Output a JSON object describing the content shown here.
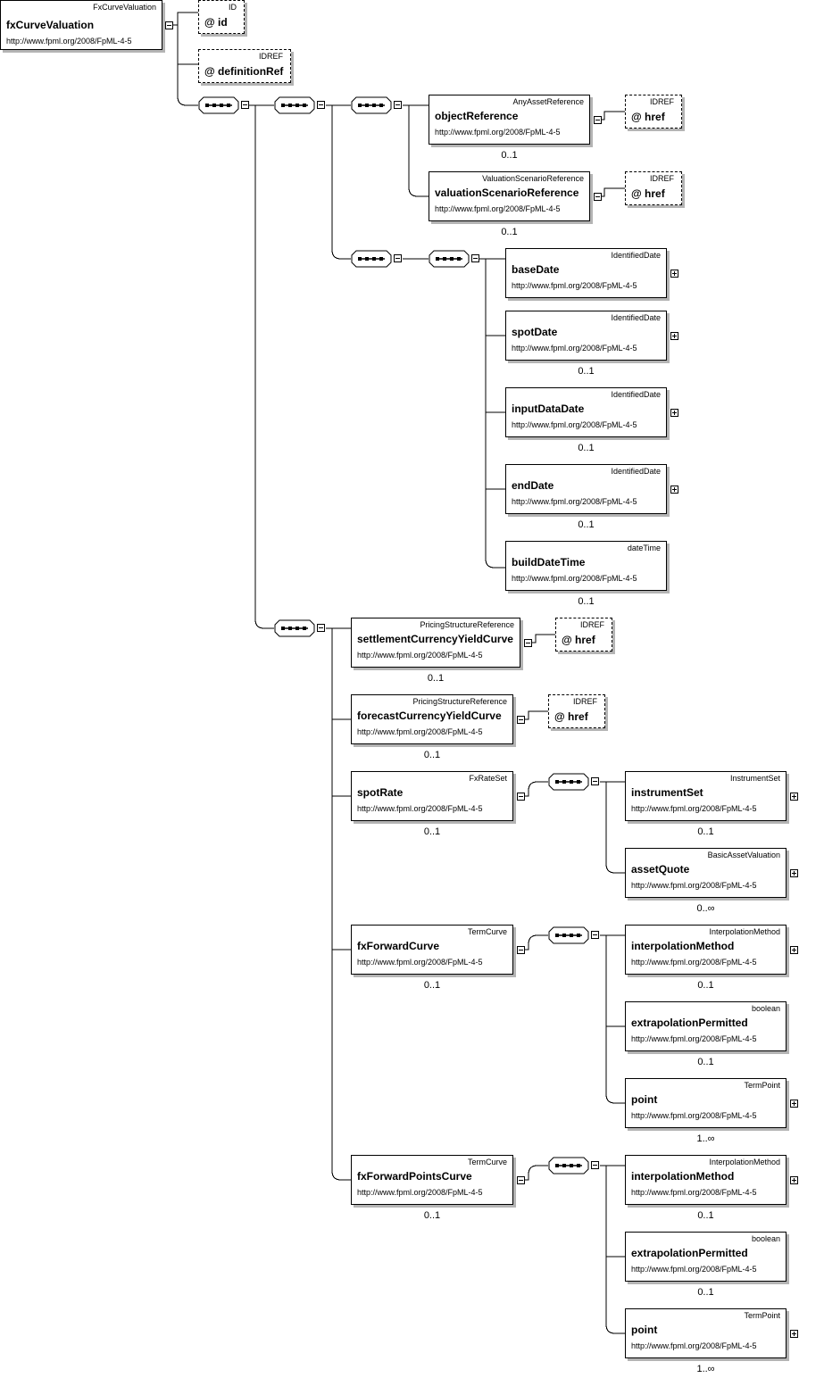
{
  "namespace": "http://www.fpml.org/2008/FpML-4-5",
  "root": {
    "type": "FxCurveValuation",
    "name": "fxCurveValuation"
  },
  "attributes": {
    "id": {
      "type": "ID",
      "name": "id",
      "at": "@"
    },
    "definitionRef": {
      "type": "IDREF",
      "name": "definitionRef",
      "at": "@"
    },
    "href": {
      "type": "IDREF",
      "name": "href",
      "at": "@"
    }
  },
  "elements": {
    "objectReference": {
      "type": "AnyAssetReference",
      "name": "objectReference",
      "card": "0..1"
    },
    "valuationScenarioReference": {
      "type": "ValuationScenarioReference",
      "name": "valuationScenarioReference",
      "card": "0..1"
    },
    "baseDate": {
      "type": "IdentifiedDate",
      "name": "baseDate",
      "card": ""
    },
    "spotDate": {
      "type": "IdentifiedDate",
      "name": "spotDate",
      "card": "0..1"
    },
    "inputDataDate": {
      "type": "IdentifiedDate",
      "name": "inputDataDate",
      "card": "0..1"
    },
    "endDate": {
      "type": "IdentifiedDate",
      "name": "endDate",
      "card": "0..1"
    },
    "buildDateTime": {
      "type": "dateTime",
      "name": "buildDateTime",
      "card": "0..1"
    },
    "settlementCurrencyYieldCurve": {
      "type": "PricingStructureReference",
      "name": "settlementCurrencyYieldCurve",
      "card": "0..1"
    },
    "forecastCurrencyYieldCurve": {
      "type": "PricingStructureReference",
      "name": "forecastCurrencyYieldCurve",
      "card": "0..1"
    },
    "spotRate": {
      "type": "FxRateSet",
      "name": "spotRate",
      "card": "0..1"
    },
    "instrumentSet": {
      "type": "InstrumentSet",
      "name": "instrumentSet",
      "card": "0..1"
    },
    "assetQuote": {
      "type": "BasicAssetValuation",
      "name": "assetQuote",
      "card": "0..∞"
    },
    "fxForwardCurve": {
      "type": "TermCurve",
      "name": "fxForwardCurve",
      "card": "0..1"
    },
    "fwd_interpolationMethod": {
      "type": "InterpolationMethod",
      "name": "interpolationMethod",
      "card": "0..1"
    },
    "fwd_extrapolationPermitted": {
      "type": "boolean",
      "name": "extrapolationPermitted",
      "card": "0..1"
    },
    "fwd_point": {
      "type": "TermPoint",
      "name": "point",
      "card": "1..∞"
    },
    "fxForwardPointsCurve": {
      "type": "TermCurve",
      "name": "fxForwardPointsCurve",
      "card": "0..1"
    },
    "pts_interpolationMethod": {
      "type": "InterpolationMethod",
      "name": "interpolationMethod",
      "card": "0..1"
    },
    "pts_extrapolationPermitted": {
      "type": "boolean",
      "name": "extrapolationPermitted",
      "card": "0..1"
    },
    "pts_point": {
      "type": "TermPoint",
      "name": "point",
      "card": "1..∞"
    }
  }
}
